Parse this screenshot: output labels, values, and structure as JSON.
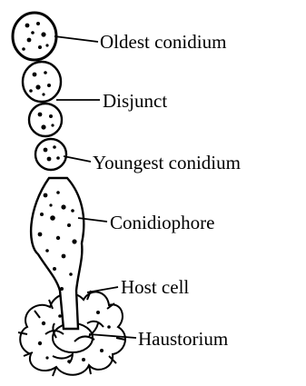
{
  "labels": {
    "oldest_conidium": "Oldest conidium",
    "disjunct": "Disjunct",
    "youngest_conidium": "Youngest conidium",
    "conidiophore": "Conidiophore",
    "host_cell": "Host cell",
    "haustorium": "Haustorium"
  }
}
